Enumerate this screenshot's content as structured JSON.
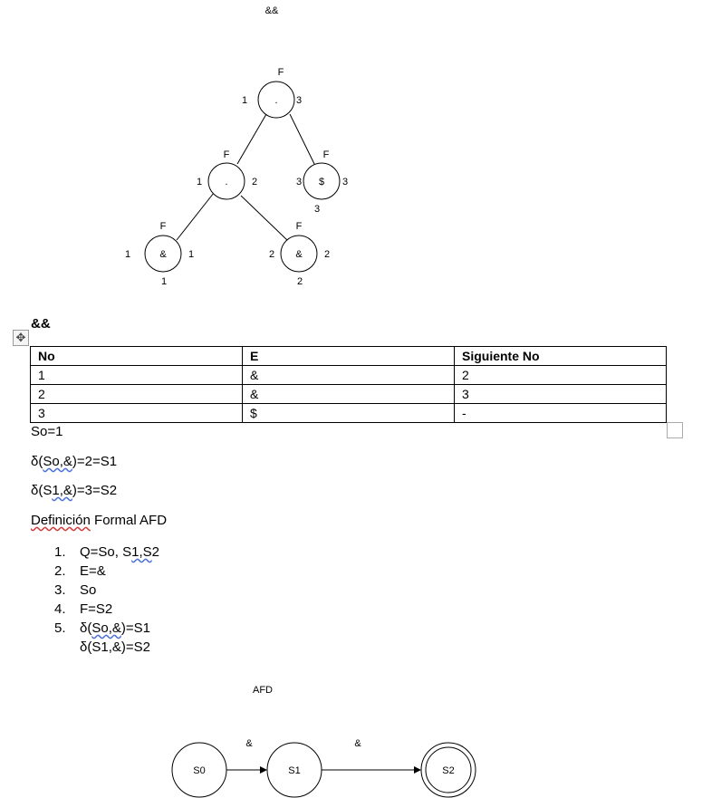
{
  "tree": {
    "title": "&&",
    "root": {
      "symbol": ".",
      "nullable": "F",
      "first": "1",
      "last": "3"
    },
    "inner": {
      "symbol": ".",
      "nullable": "F",
      "first": "1",
      "last": "2"
    },
    "dollar": {
      "symbol": "$",
      "nullable": "F",
      "first": "3",
      "last": "3",
      "position": "3"
    },
    "amp1": {
      "symbol": "&",
      "nullable": "F",
      "first": "1",
      "last": "1",
      "position": "1"
    },
    "amp2": {
      "symbol": "&",
      "nullable": "F",
      "first": "2",
      "last": "2",
      "position": "2"
    }
  },
  "section_heading": "&&",
  "table": {
    "headers": [
      "No",
      "E",
      "Siguiente No"
    ],
    "rows": [
      [
        "1",
        "&",
        "2"
      ],
      [
        "2",
        "&",
        "3"
      ],
      [
        "3",
        "$",
        "-"
      ]
    ]
  },
  "lines": {
    "start": "So=1",
    "delta1_prefix": "δ(",
    "delta1_args": "So,&",
    "delta1_suffix": ")=2=S1",
    "delta2_prefix": "δ(S",
    "delta2_args": "1,&",
    "delta2_suffix": ")=3=S2",
    "formal_word": "Definición",
    "formal_rest": " Formal AFD"
  },
  "list": {
    "item1_num": "1.",
    "item1_a": "Q=So, S",
    "item1_b": "1,S",
    "item1_c": "2",
    "item2_num": "2.",
    "item2": "E=&",
    "item3_num": "3.",
    "item3": "So",
    "item4_num": "4.",
    "item4": "F=S2",
    "item5_num": "5.",
    "item5_prefix": "δ(",
    "item5_args": "So,&",
    "item5_suffix": ")=S1",
    "item5_cont": "δ(S1,&)=S2"
  },
  "afd": {
    "title": "AFD",
    "states": [
      "S0",
      "S1",
      "S2"
    ],
    "transitions": [
      "&",
      "&"
    ]
  }
}
